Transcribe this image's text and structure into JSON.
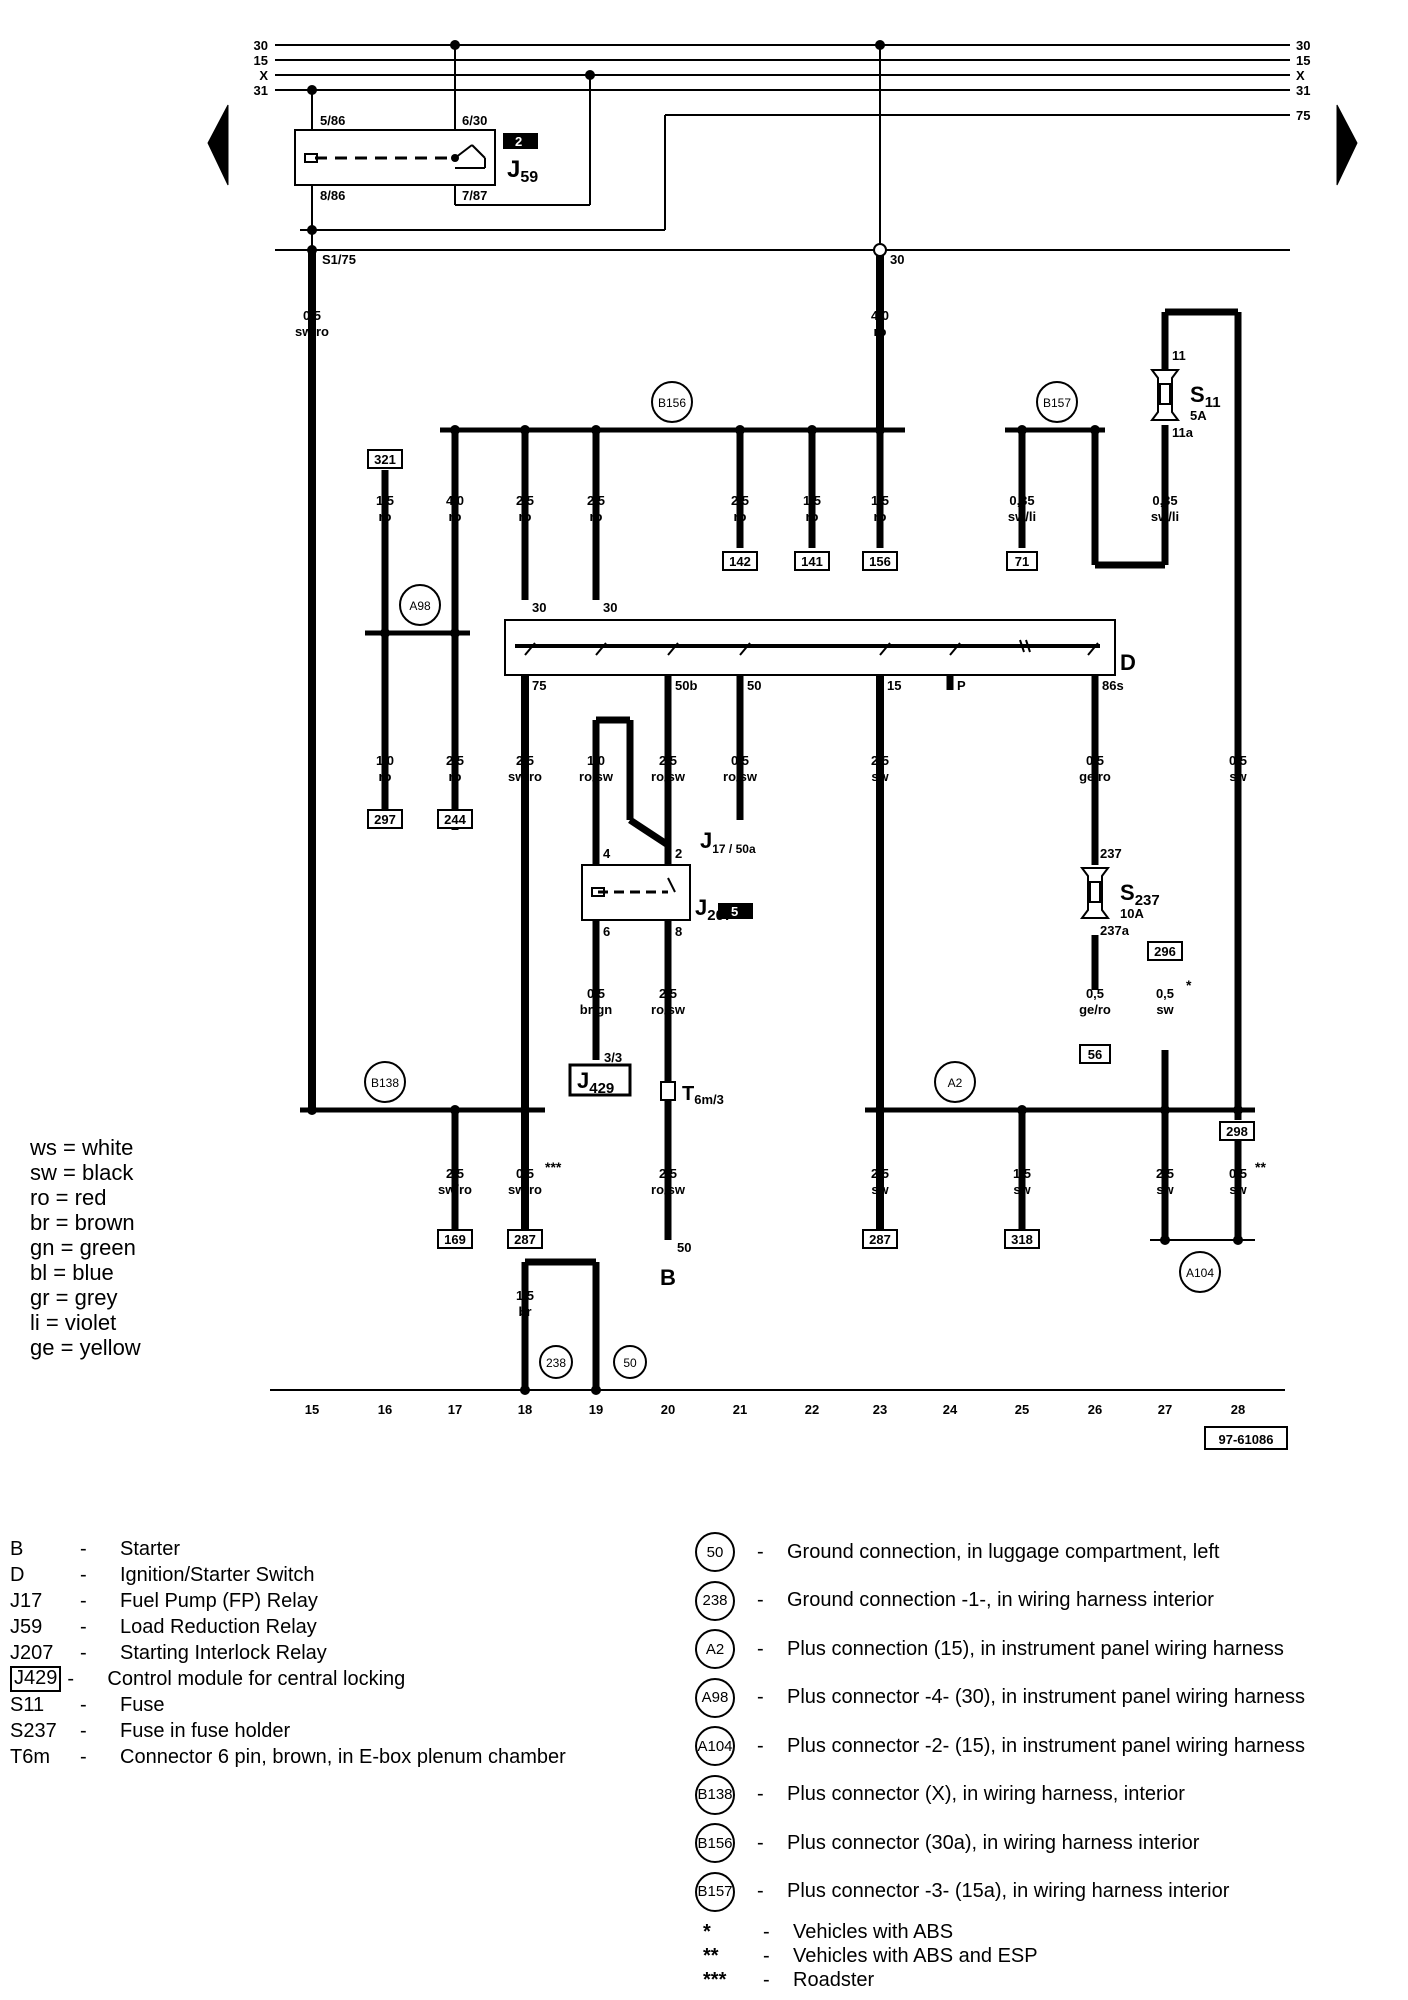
{
  "rails": {
    "r30": "30",
    "r15": "15",
    "rx": "X",
    "r31": "31",
    "r75": "75"
  },
  "relay_j59": {
    "label": "J",
    "sub": "59",
    "num": "2",
    "pins": {
      "p586": "5/86",
      "p830": "6/30",
      "p886": "8/86",
      "p787": "7/87"
    }
  },
  "s175": "S1/75",
  "node30": "30",
  "wires": {
    "w_main_left": [
      "0,5",
      "sw/ro"
    ],
    "w_30": [
      "4,0",
      "ro"
    ],
    "w321": [
      "1,5",
      "ro"
    ],
    "w40": [
      "4,0",
      "ro"
    ],
    "w25a": [
      "2,5",
      "ro"
    ],
    "w25b": [
      "2,5",
      "ro"
    ],
    "w142": [
      "2,5",
      "ro"
    ],
    "w141": [
      "1,5",
      "ro"
    ],
    "w156": [
      "1,5",
      "ro"
    ],
    "w71": [
      "0,35",
      "sw/li"
    ],
    "ws11": [
      "0,35",
      "sw/li"
    ],
    "w297": [
      "1,0",
      "ro"
    ],
    "w244": [
      "2,5",
      "ro"
    ],
    "w75": [
      "2,5",
      "sw/ro"
    ],
    "wj207a": [
      "1,0",
      "ro/sw"
    ],
    "w50b": [
      "2,5",
      "ro/sw"
    ],
    "w50": [
      "0,5",
      "ro/sw"
    ],
    "w15": [
      "2,5",
      "sw"
    ],
    "w86s": [
      "0,5",
      "ge/ro"
    ],
    "wright": [
      "0,5",
      "sw"
    ],
    "wbrgn": [
      "0,5",
      "br/gn"
    ],
    "wrosw": [
      "2,5",
      "ro/sw"
    ],
    "w56": [
      "0,5",
      "ge/ro"
    ],
    "w296": [
      "0,5",
      "sw"
    ],
    "b169": [
      "2,5",
      "sw/ro"
    ],
    "b287a": [
      "0,5",
      "sw/ro"
    ],
    "bstart": [
      "2,5",
      "ro/sw"
    ],
    "b287b": [
      "2,5",
      "sw"
    ],
    "b318": [
      "1,5",
      "sw"
    ],
    "b27": [
      "2,5",
      "sw"
    ],
    "b28": [
      "0,5",
      "sw"
    ],
    "bgnd": [
      "1,5",
      "br"
    ]
  },
  "boxes": {
    "b321": "321",
    "b142": "142",
    "b141": "141",
    "b156": "156",
    "b71": "71",
    "b297": "297",
    "b244": "244",
    "b296": "296",
    "b56": "56",
    "b298": "298",
    "b169": "169",
    "b287a": "287",
    "b287b": "287",
    "b318": "318",
    "ref": "97-61086"
  },
  "connectors": {
    "B156": "B156",
    "B157": "B157",
    "A98": "A98",
    "B138": "B138",
    "A2": "A2",
    "A104": "A104",
    "g238": "238",
    "g50": "50"
  },
  "fuses": {
    "s11": {
      "name": "S",
      "sub": "11",
      "amp": "5A",
      "top": "11",
      "bot": "11a"
    },
    "s237": {
      "name": "S",
      "sub": "237",
      "amp": "10A",
      "top": "237",
      "bot": "237a"
    }
  },
  "switch_d": {
    "label": "D",
    "pins": {
      "p30a": "30",
      "p30b": "30",
      "p75": "75",
      "p50b": "50b",
      "p50": "50",
      "p15": "15",
      "pP": "P",
      "p86s": "86s"
    }
  },
  "j17": {
    "name": "J",
    "sub": "17 / 50a"
  },
  "j207": {
    "name": "J",
    "sub": "207",
    "num": "5",
    "pins": {
      "p4": "4",
      "p2": "2",
      "p6": "6",
      "p8": "8"
    }
  },
  "j429": {
    "name": "J",
    "sub": "429",
    "pin": "3/3"
  },
  "t6m": {
    "name": "T",
    "sub": "6m/3"
  },
  "starter": {
    "label": "B",
    "pin": "50"
  },
  "stars": {
    "s1": "*",
    "s2": "**",
    "s3": "***"
  },
  "bottom_numbers": [
    "15",
    "16",
    "17",
    "18",
    "19",
    "20",
    "21",
    "22",
    "23",
    "24",
    "25",
    "26",
    "27",
    "28"
  ],
  "color_legend": [
    {
      "code": "ws",
      "name": "white"
    },
    {
      "code": "sw",
      "name": "black"
    },
    {
      "code": "ro",
      "name": "red"
    },
    {
      "code": "br",
      "name": "brown"
    },
    {
      "code": "gn",
      "name": "green"
    },
    {
      "code": "bl",
      "name": "blue"
    },
    {
      "code": "gr",
      "name": "grey"
    },
    {
      "code": "li",
      "name": "violet"
    },
    {
      "code": "ge",
      "name": "yellow"
    }
  ],
  "parts": [
    {
      "code": "B",
      "desc": "Starter"
    },
    {
      "code": "D",
      "desc": "Ignition/Starter Switch"
    },
    {
      "code": "J17",
      "desc": "Fuel Pump (FP) Relay"
    },
    {
      "code": "J59",
      "desc": "Load Reduction Relay"
    },
    {
      "code": "J207",
      "desc": "Starting Interlock Relay"
    },
    {
      "code": "J429",
      "desc": "Control module for central locking"
    },
    {
      "code": "S11",
      "desc": "Fuse"
    },
    {
      "code": "S237",
      "desc": "Fuse in fuse holder"
    },
    {
      "code": "T6m",
      "desc": "Connector 6 pin, brown, in E-box plenum chamber"
    }
  ],
  "grounds": [
    {
      "code": "50",
      "desc": "Ground connection, in luggage compartment, left"
    },
    {
      "code": "238",
      "desc": "Ground connection -1-, in wiring harness interior"
    },
    {
      "code": "A2",
      "desc": "Plus connection (15), in instrument panel wiring harness"
    },
    {
      "code": "A98",
      "desc": "Plus connector -4- (30), in instrument panel wiring harness"
    },
    {
      "code": "A104",
      "desc": "Plus connector -2- (15), in instrument panel wiring harness"
    },
    {
      "code": "B138",
      "desc": "Plus connector (X), in wiring harness, interior"
    },
    {
      "code": "B156",
      "desc": "Plus connector (30a), in wiring harness interior"
    },
    {
      "code": "B157",
      "desc": "Plus connector -3- (15a), in wiring harness interior"
    }
  ],
  "notes": [
    {
      "sym": "*",
      "desc": "Vehicles with ABS"
    },
    {
      "sym": "**",
      "desc": "Vehicles with ABS and ESP"
    },
    {
      "sym": "***",
      "desc": "Roadster"
    }
  ],
  "dash": "-"
}
